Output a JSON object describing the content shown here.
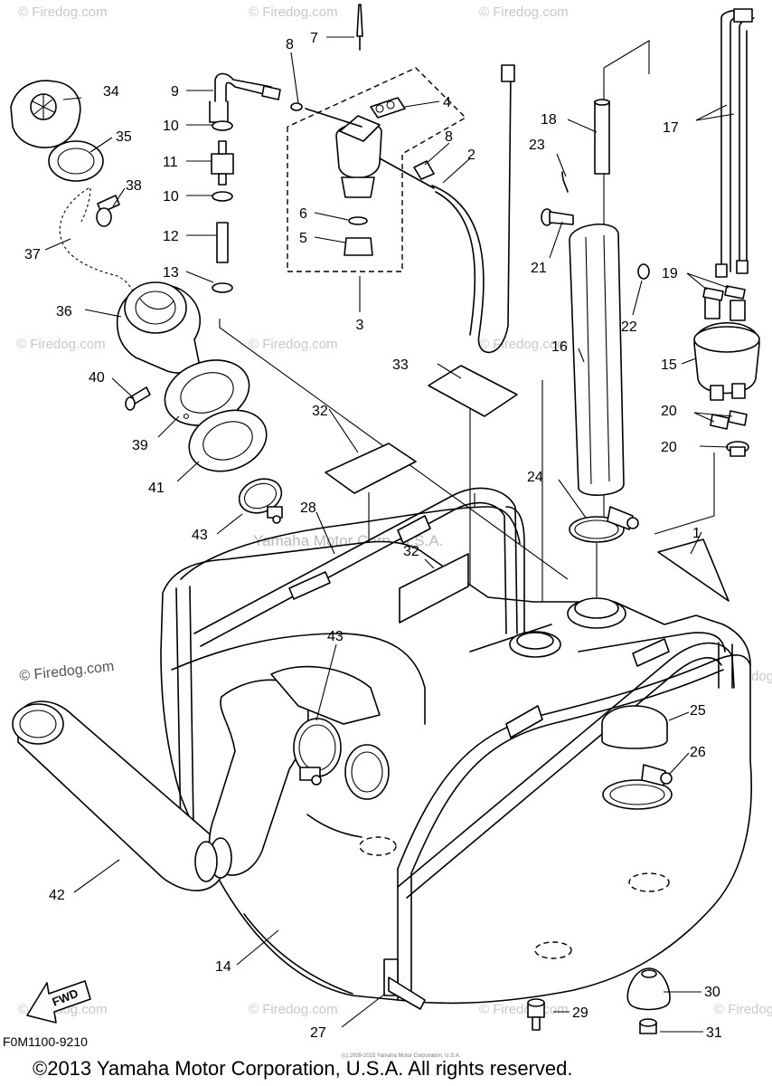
{
  "watermarks": {
    "firedog": "© Firedog.com",
    "yamaha": "Yamaha Motor Corp, U.S.A.",
    "fine_print": "(c) 2009-2015 Yamaha Motor Corporation, U.S.A."
  },
  "callouts": {
    "c1": "1",
    "c2": "2",
    "c3": "3",
    "c4": "4",
    "c5": "5",
    "c6": "6",
    "c7": "7",
    "c8a": "8",
    "c8b": "8",
    "c9": "9",
    "c10a": "10",
    "c10b": "10",
    "c11": "11",
    "c12": "12",
    "c13": "13",
    "c14": "14",
    "c15": "15",
    "c16": "16",
    "c17": "17",
    "c18": "18",
    "c19": "19",
    "c20a": "20",
    "c20b": "20",
    "c21": "21",
    "c22": "22",
    "c23": "23",
    "c24": "24",
    "c25": "25",
    "c26": "26",
    "c27": "27",
    "c28": "28",
    "c29": "29",
    "c30": "30",
    "c31": "31",
    "c32a": "32",
    "c32b": "32",
    "c33": "33",
    "c34": "34",
    "c35": "35",
    "c36": "36",
    "c37": "37",
    "c38": "38",
    "c39": "39",
    "c40": "40",
    "c41": "41",
    "c42": "42",
    "c43a": "43",
    "c43b": "43"
  },
  "fwd_label": "FWD",
  "diagram_code": "F0M1100-9210",
  "copyright": "©2013 Yamaha Motor Corporation, U.S.A. All rights reserved."
}
